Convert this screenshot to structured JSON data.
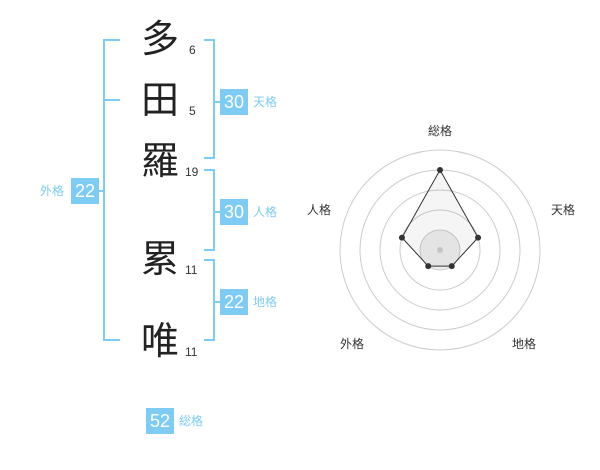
{
  "characters": [
    {
      "char": "多",
      "strokes": "6"
    },
    {
      "char": "田",
      "strokes": "5"
    },
    {
      "char": "羅",
      "strokes": "19"
    },
    {
      "char": "累",
      "strokes": "11"
    },
    {
      "char": "唯",
      "strokes": "11"
    }
  ],
  "fortunes": {
    "tenkaku": {
      "value": "30",
      "label": "天格"
    },
    "jinkaku": {
      "value": "30",
      "label": "人格"
    },
    "chikaku": {
      "value": "22",
      "label": "地格"
    },
    "gaikaku": {
      "value": "22",
      "label": "外格"
    },
    "soukaku": {
      "value": "52",
      "label": "総格"
    }
  },
  "chart_data": {
    "type": "radar",
    "axes": [
      "総格",
      "天格",
      "地格",
      "外格",
      "人格"
    ],
    "values": [
      4,
      2,
      1,
      1,
      2
    ],
    "max": 5,
    "colors": {
      "accent": "#7ecbf3",
      "ring": "#cccccc",
      "fill": "#eeeeee",
      "point": "#333333"
    }
  }
}
